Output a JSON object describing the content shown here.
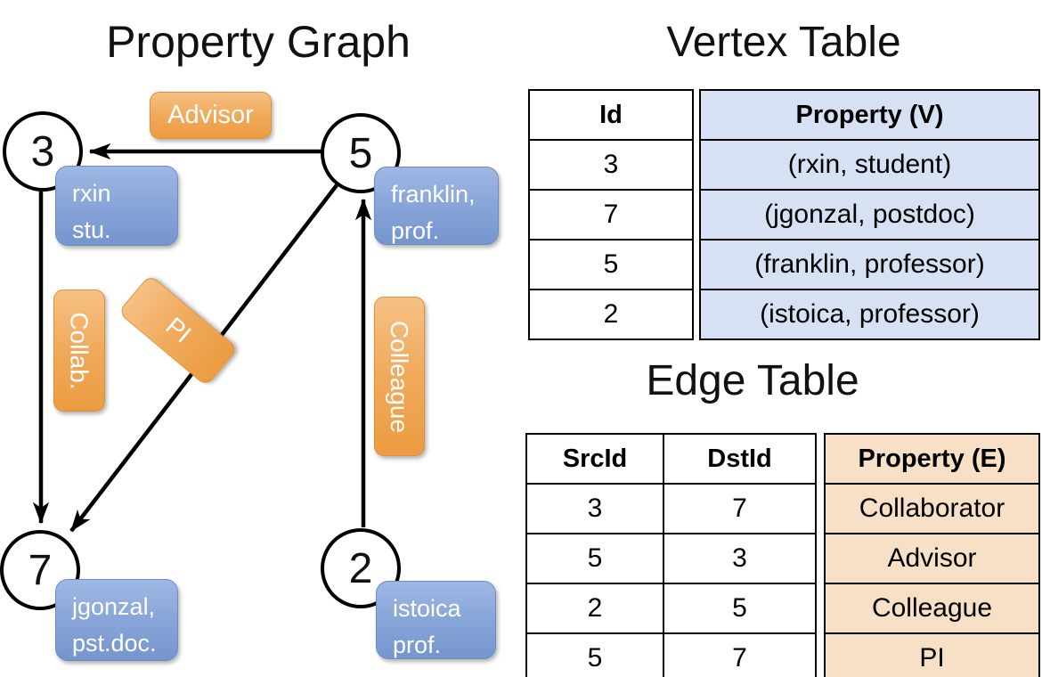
{
  "graph": {
    "title": "Property Graph",
    "nodes": [
      {
        "id": "3",
        "line1": "rxin",
        "line2": "stu."
      },
      {
        "id": "5",
        "line1": "franklin,",
        "line2": "prof."
      },
      {
        "id": "7",
        "line1": "jgonzal,",
        "line2": "pst.doc."
      },
      {
        "id": "2",
        "line1": "istoica",
        "line2": "prof."
      }
    ],
    "edge_labels": {
      "advisor": "Advisor",
      "collab": "Collab.",
      "pi": "PI",
      "colleague": "Colleague"
    }
  },
  "vertex_table": {
    "title": "Vertex Table",
    "columns": {
      "id": "Id",
      "property": "Property (V)"
    },
    "rows": [
      {
        "id": "3",
        "property": "(rxin, student)"
      },
      {
        "id": "7",
        "property": "(jgonzal, postdoc)"
      },
      {
        "id": "5",
        "property": "(franklin, professor)"
      },
      {
        "id": "2",
        "property": "(istoica, professor)"
      }
    ]
  },
  "edge_table": {
    "title": "Edge Table",
    "columns": {
      "src": "SrcId",
      "dst": "DstId",
      "property": "Property (E)"
    },
    "rows": [
      {
        "src": "3",
        "dst": "7",
        "property": "Collaborator"
      },
      {
        "src": "5",
        "dst": "3",
        "property": "Advisor"
      },
      {
        "src": "2",
        "dst": "5",
        "property": "Colleague"
      },
      {
        "src": "5",
        "dst": "7",
        "property": "PI"
      }
    ]
  },
  "colors": {
    "edge_label_orange": "#EFA553",
    "vertex_label_blue": "#85A3D6",
    "vertex_cell_bg": "#D7E1F4",
    "edge_cell_bg": "#F7E0C6",
    "line_black": "#000000"
  }
}
